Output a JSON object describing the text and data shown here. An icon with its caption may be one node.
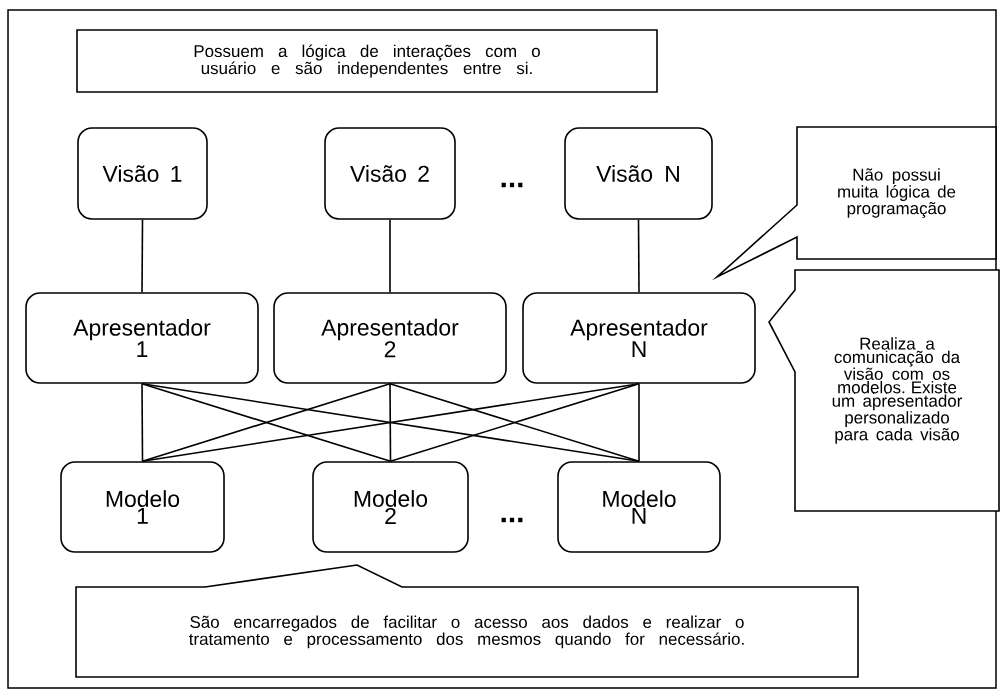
{
  "diagram": {
    "nodes": [
      {
        "text": [
          "Possuem a lógica de interações com o usuário e são independentes entre si."
        ]
      },
      {
        "text": [
          "Visão 1"
        ]
      },
      {
        "text": [
          "Visão 2"
        ]
      },
      {
        "text": [
          "Visão N"
        ]
      },
      {
        "text": [
          "Não possui muita lógica de programação"
        ]
      },
      {
        "text": [
          "Apresentador 1"
        ]
      },
      {
        "text": [
          "Apresentador 2"
        ]
      },
      {
        "text": [
          "Apresentador N"
        ]
      },
      {
        "text": [
          "Realiza a comunicação da visão com os modelos. Existe um apresentador personalizado para cada visão"
        ]
      },
      {
        "text": [
          "Modelo 1"
        ]
      },
      {
        "text": [
          "Modelo 2"
        ]
      },
      {
        "text": [
          "Modelo N"
        ]
      },
      {
        "text": [
          "São encarregados de facilitar o acesso aos dados e realizar o tratamento e processamento dos mesmos quando for necessário."
        ]
      }
    ],
    "edges": [
      {
        "from": 1,
        "to": 5,
        "arrow": "none"
      },
      {
        "from": 2,
        "to": 6,
        "arrow": "none"
      },
      {
        "from": 3,
        "to": 7,
        "arrow": "none"
      },
      {
        "from": 5,
        "to": 9,
        "arrow": "none"
      },
      {
        "from": 5,
        "to": 10,
        "arrow": "none"
      },
      {
        "from": 5,
        "to": 11,
        "arrow": "none"
      },
      {
        "from": 6,
        "to": 9,
        "arrow": "none"
      },
      {
        "from": 6,
        "to": 10,
        "arrow": "none"
      },
      {
        "from": 6,
        "to": 11,
        "arrow": "none"
      },
      {
        "from": 7,
        "to": 9,
        "arrow": "none"
      },
      {
        "from": 7,
        "to": 10,
        "arrow": "none"
      },
      {
        "from": 7,
        "to": 11,
        "arrow": "none"
      }
    ],
    "labels": [
      "...",
      "..."
    ]
  }
}
